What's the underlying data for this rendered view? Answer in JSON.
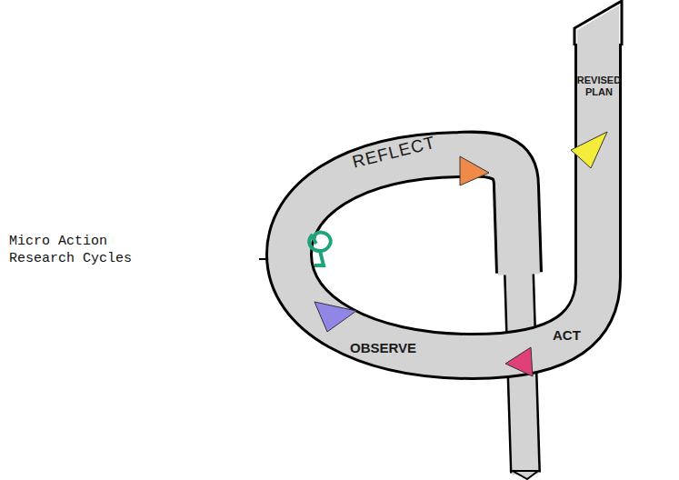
{
  "diagram": {
    "nodes": [
      {
        "text": [
          "REVISED PLAN",
          "REFLECT",
          "OBSERVE",
          "ACT"
        ]
      }
    ],
    "labels": [
      "Micro Action Research Cycles"
    ]
  }
}
